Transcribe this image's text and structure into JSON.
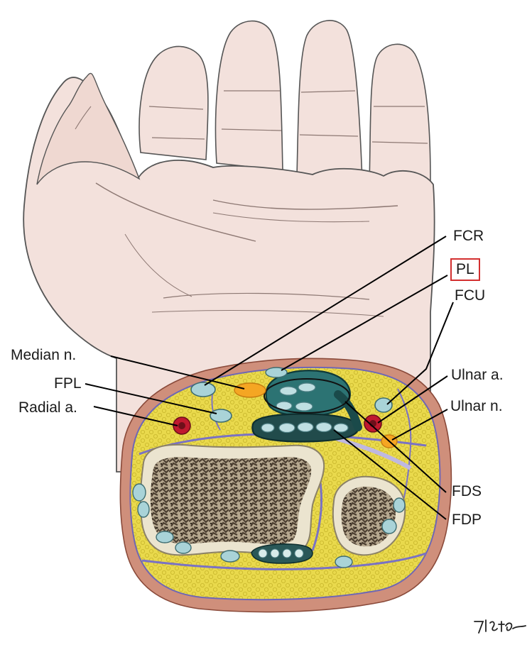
{
  "labels": {
    "fcr": "FCR",
    "pl": "PL",
    "fcu": "FCU",
    "median_n": "Median n.",
    "fpl": "FPL",
    "radial_a": "Radial a.",
    "ulnar_a": "Ulnar a.",
    "ulnar_n": "Ulnar n.",
    "fds": "FDS",
    "fdp": "FDP"
  },
  "highlighted_label": "PL",
  "signature": "기정아",
  "colors": {
    "skin": "#f3e1dc",
    "skin_outline": "#5a5a5a",
    "dermis": "#c98a78",
    "fat": "#e8d84a",
    "fascia": "#7a72c4",
    "tendon": "#a9d3d8",
    "tendon_dark": "#1f5f5f",
    "nerve": "#f5a623",
    "artery": "#c0192f",
    "bone_cortex": "#ece6d2",
    "bone_marrow": "#7a6a58",
    "highlight_box": "#d32f2f"
  }
}
